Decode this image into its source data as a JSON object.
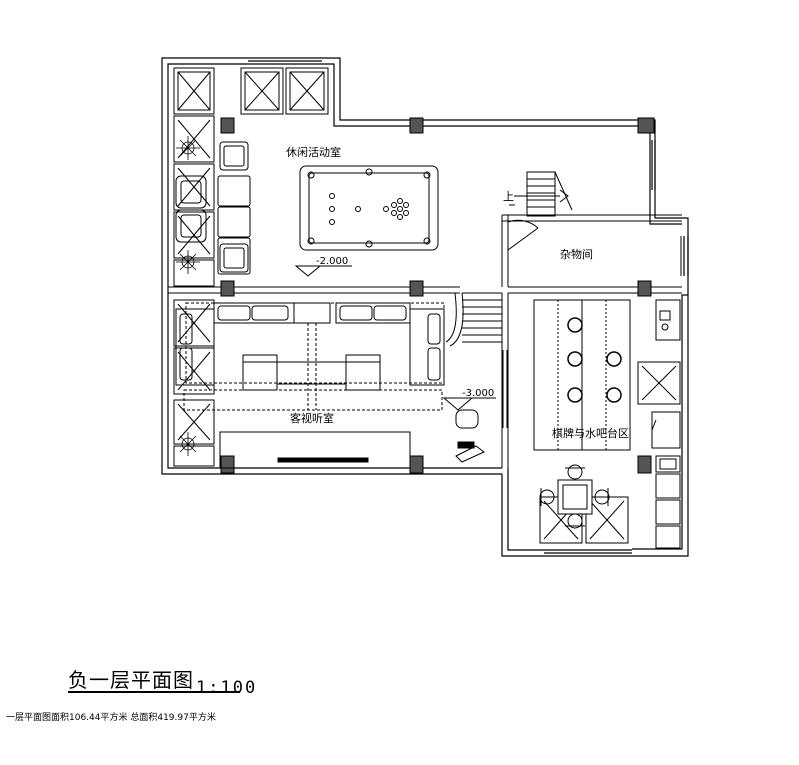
{
  "rooms": {
    "leisure": "休闲活动室",
    "storage": "杂物间",
    "av_room": "客视听室",
    "chess_bar": "棋牌与水吧台区"
  },
  "stair_label": "上",
  "levels": {
    "leisure": "-2.000",
    "av_room": "-3.000"
  },
  "title": {
    "name": "负一层平面图",
    "scale": "1:100",
    "area_note": "一层平面图面积106.44平方米 总面积419.97平方米"
  }
}
